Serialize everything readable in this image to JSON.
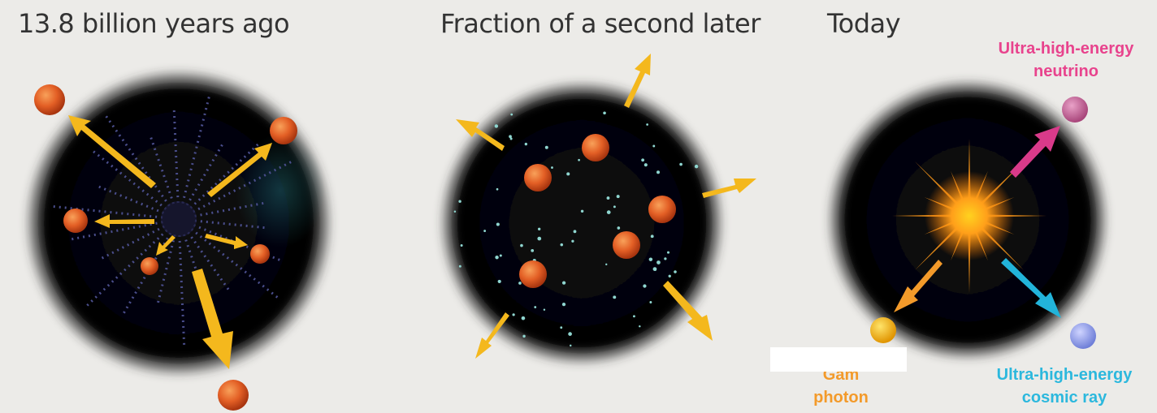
{
  "panels": {
    "early": {
      "title": "13.8 billion years ago"
    },
    "later": {
      "title": "Fraction of a second later"
    },
    "today": {
      "title": "Today"
    }
  },
  "labels": {
    "neutrino": {
      "line1": "Ultra-high-energy",
      "line2": "neutrino",
      "color": "#e8438d"
    },
    "cosmic_ray": {
      "line1": "Ultra-high-energy",
      "line2": "cosmic ray",
      "color": "#2cb8dd"
    },
    "photon": {
      "line1": "Gam",
      "line2": "photon",
      "color": "#f39a2a"
    }
  },
  "colors": {
    "arrow": "#f4b81d",
    "particle": "#e0622a",
    "space": "#050505",
    "explosion": "#ff9a1a"
  }
}
